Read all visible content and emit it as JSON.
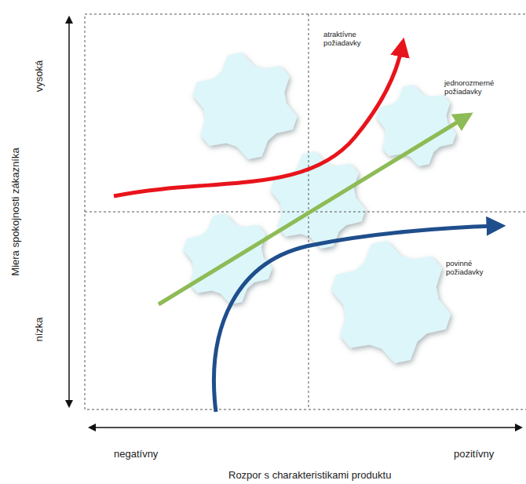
{
  "diagram": {
    "labels": [
      "atraktívne požiadavky",
      "jednorozmerné požiadavky",
      "povinné požiadavky",
      "vysoká",
      "nízka",
      "Miera spokojnosti zákazníka",
      "negatívny",
      "pozitívny",
      "Rozpor s charakteristikami produktu"
    ]
  }
}
